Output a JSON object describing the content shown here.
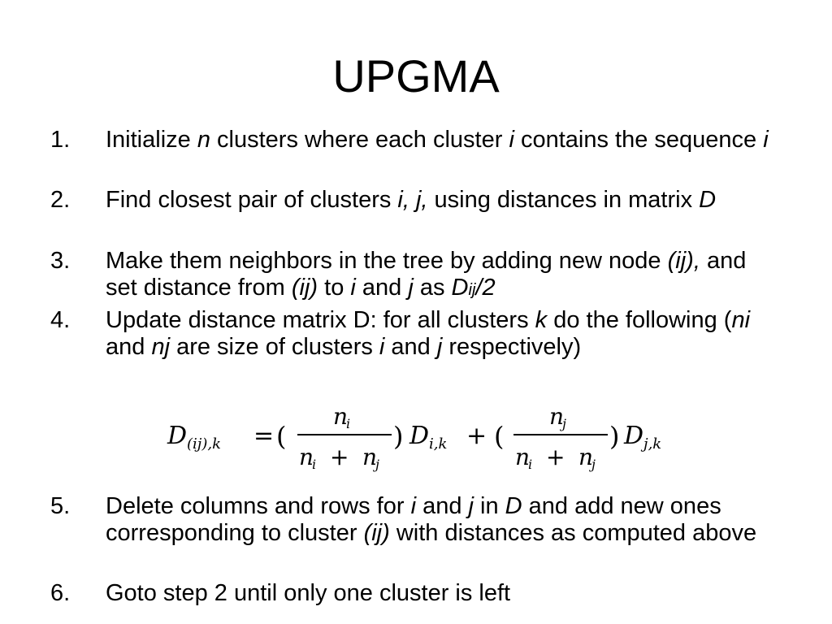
{
  "title": "UPGMA",
  "steps": [
    {
      "number": "1.",
      "parts": [
        "Initialize ",
        "n",
        " clusters where each cluster ",
        "i",
        " contains the sequence ",
        "i"
      ]
    },
    {
      "number": "2.",
      "parts": [
        "Find closest pair of clusters ",
        "i, j,",
        " using distances in matrix ",
        "D"
      ]
    },
    {
      "number": "3.",
      "parts": [
        "Make them neighbors in the tree by adding new node ",
        "(ij),",
        " and set distance from ",
        "(ij)",
        " to ",
        "i",
        " and ",
        "j",
        " as ",
        "D",
        "ij",
        "/2"
      ]
    },
    {
      "number": "4.",
      "parts": [
        "Update distance matrix D: for all clusters ",
        "k",
        " do the following (",
        "ni",
        " and ",
        "nj",
        " are size of clusters ",
        "i",
        " and ",
        "j",
        " respectively)"
      ]
    },
    {
      "number": "5.",
      "parts": [
        "Delete columns and rows for ",
        "i",
        " and ",
        "j",
        " in ",
        "D",
        " and add new ones corresponding to cluster ",
        "(ij)",
        " with distances as computed above"
      ]
    },
    {
      "number": "6.",
      "parts": [
        "Goto step 2 until only one cluster is left"
      ]
    }
  ],
  "formula": {
    "lhs": "D",
    "lhs_sub": "(ij),k",
    "equals": "=",
    "frac1_num": "n",
    "frac1_num_sub": "i",
    "frac1_den_a": "n",
    "frac1_den_a_sub": "i",
    "plus": "+",
    "frac1_den_b": "n",
    "frac1_den_b_sub": "j",
    "term1": "D",
    "term1_sub": "i,k",
    "frac2_num": "n",
    "frac2_num_sub": "j",
    "frac2_den_a": "n",
    "frac2_den_a_sub": "i",
    "frac2_den_b": "n",
    "frac2_den_b_sub": "j",
    "term2": "D",
    "term2_sub": "j,k",
    "lparen": "(",
    "rparen": ")"
  }
}
